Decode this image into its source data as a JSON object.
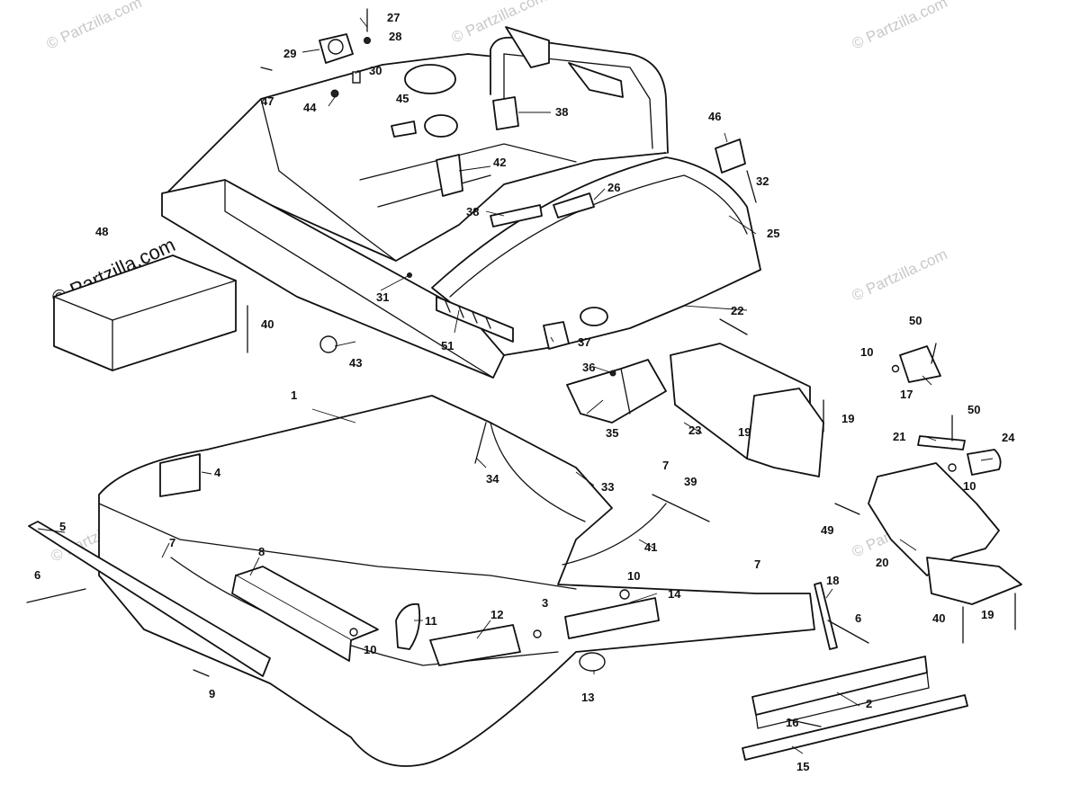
{
  "watermark": {
    "text": "© Partzilla.com",
    "color": "#c8c8c8"
  },
  "callouts": {
    "c1": "1",
    "c2": "2",
    "c3": "3",
    "c4": "4",
    "c5": "5",
    "c6a": "6",
    "c6b": "6",
    "c7a": "7",
    "c7b": "7",
    "c7c": "7",
    "c8": "8",
    "c9": "9",
    "c10a": "10",
    "c10b": "10",
    "c10c": "10",
    "c10d": "10",
    "c11": "11",
    "c12": "12",
    "c13": "13",
    "c14": "14",
    "c15": "15",
    "c16": "16",
    "c17": "17",
    "c18": "18",
    "c19a": "19",
    "c19b": "19",
    "c19c": "19",
    "c20": "20",
    "c21": "21",
    "c22": "22",
    "c23": "23",
    "c24": "24",
    "c25": "25",
    "c26": "26",
    "c27": "27",
    "c28": "28",
    "c29": "29",
    "c30": "30",
    "c31": "31",
    "c32": "32",
    "c33": "33",
    "c34": "34",
    "c35": "35",
    "c36": "36",
    "c37": "37",
    "c38a": "38",
    "c38b": "38",
    "c39": "39",
    "c40a": "40",
    "c40b": "40",
    "c41": "41",
    "c42": "42",
    "c43": "43",
    "c44": "44",
    "c45": "45",
    "c46": "46",
    "c47": "47",
    "c48": "48",
    "c49": "49",
    "c50a": "50",
    "c50b": "50",
    "c51": "51"
  }
}
